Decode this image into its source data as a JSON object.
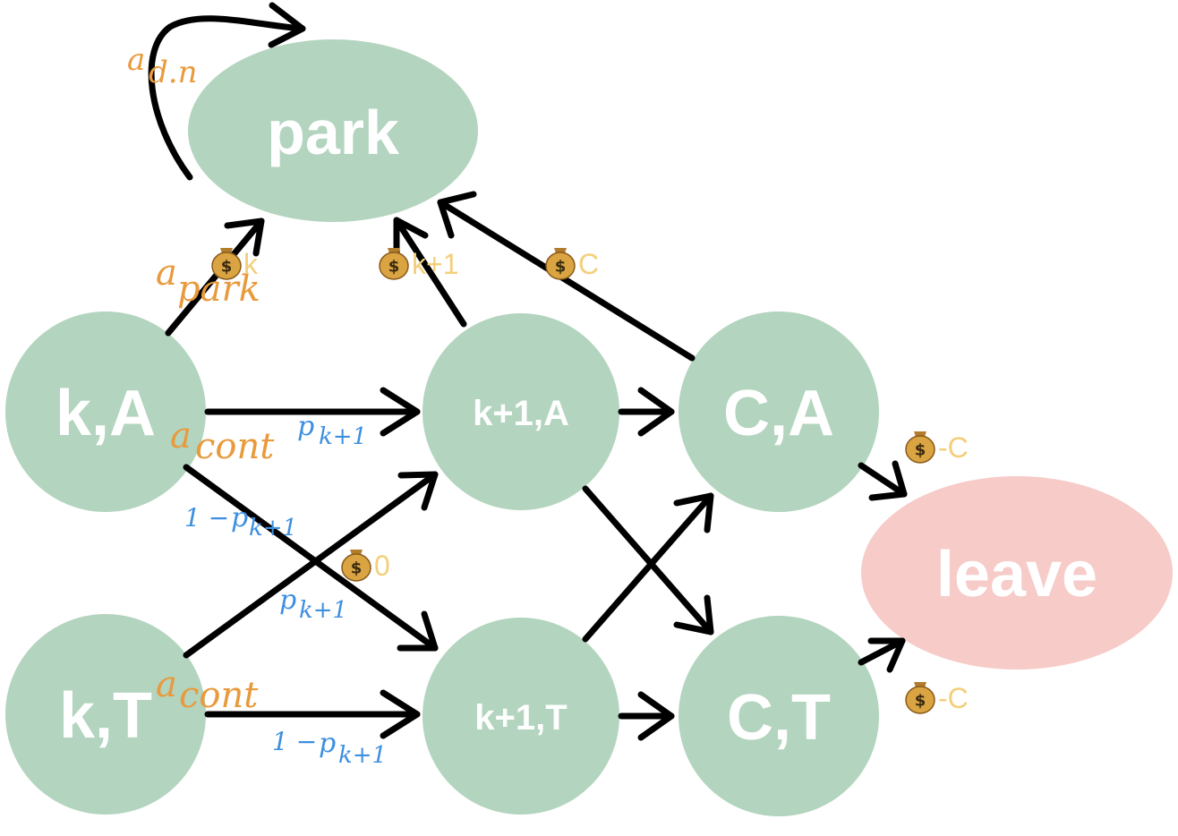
{
  "nodes": {
    "park": {
      "label": "park",
      "color": "#b3d4be"
    },
    "kA": {
      "label": "k,A",
      "color": "#b3d4be"
    },
    "kT": {
      "label": "k,T",
      "color": "#b3d4be"
    },
    "k1A": {
      "label": "k+1,A",
      "color": "#b3d4be"
    },
    "k1T": {
      "label": "k+1,T",
      "color": "#b3d4be"
    },
    "CA": {
      "label": "C,A",
      "color": "#b3d4be"
    },
    "CT": {
      "label": "C,T",
      "color": "#b3d4be"
    },
    "leave": {
      "label": "leave",
      "color": "#f6cbc8"
    }
  },
  "actions": {
    "park_self": {
      "base": "a",
      "sub": "d.n"
    },
    "park": {
      "base": "a",
      "sub": "park"
    },
    "cont_A": {
      "base": "a",
      "sub": "cont"
    },
    "cont_T": {
      "base": "a",
      "sub": "cont"
    }
  },
  "probabilities": {
    "kA_to_k1A": {
      "base": "p",
      "sub": "k+1"
    },
    "kA_to_k1T": {
      "prefix": "1 − ",
      "base": "p",
      "sub": "k+1"
    },
    "kT_to_k1A": {
      "base": "p",
      "sub": "k+1"
    },
    "kT_to_k1T": {
      "prefix": "1 − ",
      "base": "p",
      "sub": "k+1"
    }
  },
  "rewards": {
    "park_k": "k",
    "park_k1": "k+1",
    "park_C": "C",
    "continue": "0",
    "leave_from_CA": "-C",
    "leave_from_CT": "-C"
  },
  "icons": {
    "money_bag": "money-bag-icon",
    "currency_sign": "$"
  },
  "colors": {
    "state_node": "#b3d4be",
    "leave_node": "#f6cbc8",
    "action": "#e89a3c",
    "probability": "#3d8fe0",
    "reward": "#f3cf7a",
    "edge": "#000000"
  }
}
